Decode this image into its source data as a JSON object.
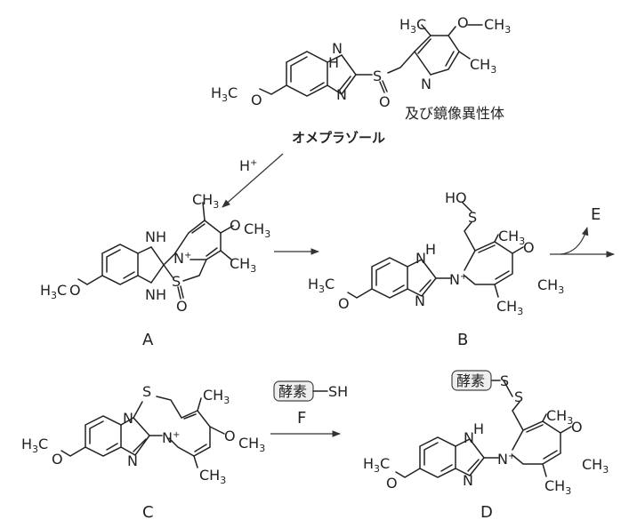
{
  "omeprazole": {
    "name": "オメプラゾール",
    "enantiomer_note": "及び鏡像異性体",
    "atoms": {
      "nh": "H",
      "n": "N",
      "s": "S",
      "o": "O",
      "me": "CH",
      "h3c": "H",
      "c": "C",
      "three": "3",
      "ome": "O",
      "ch3": "CH"
    }
  },
  "arrows": {
    "acid": "H",
    "acid_charge": "+",
    "e_label": "E",
    "f_label": "F",
    "enzyme": "酵素",
    "sh": "SH"
  },
  "compounds": {
    "a": "A",
    "b": "B",
    "c": "C",
    "d": "D",
    "plus": "+",
    "ho": "HO",
    "s": "S"
  }
}
